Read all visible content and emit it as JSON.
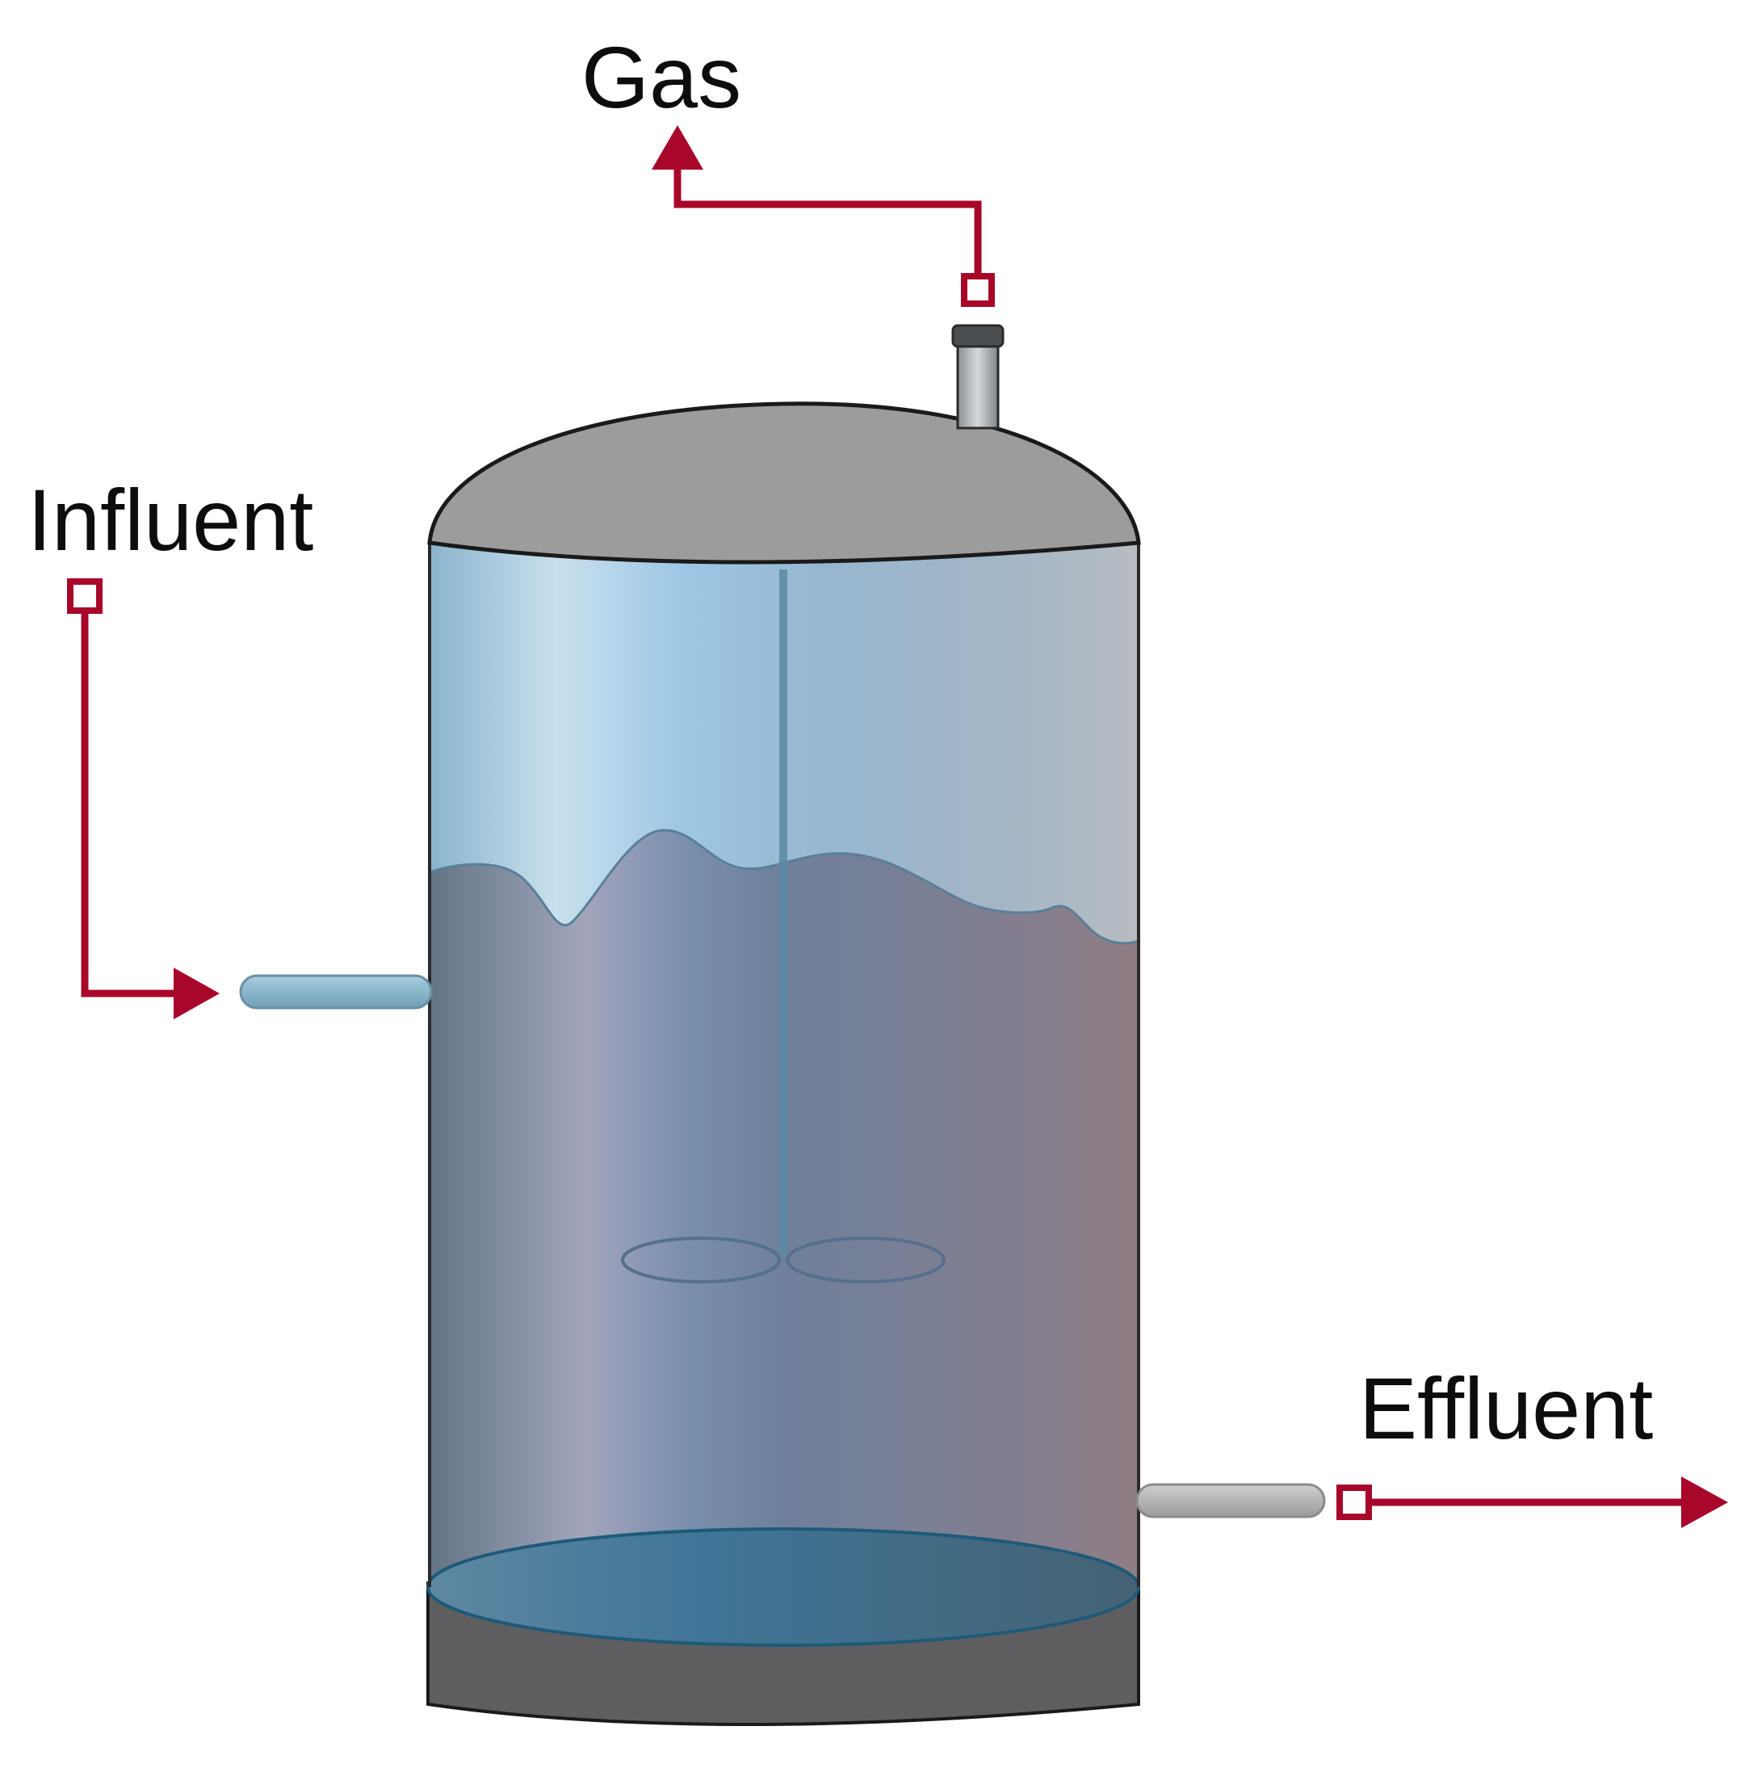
{
  "labels": {
    "gas": "Gas",
    "influent": "Influent",
    "effluent": "Effluent"
  },
  "colors": {
    "flow_arrow": "#a8072a",
    "tank_cap": "#9c9c9c",
    "tank_base": "#5e5e60",
    "liquid": "#6f7790",
    "headspace": "#9cc3da",
    "influent_pipe": "#86b4c9",
    "effluent_pipe": "#b4b4b4",
    "outline": "#1a1a1a"
  },
  "icons": {
    "flow_node": "square-node-icon",
    "flow_arrow": "arrowhead-icon",
    "impeller": "impeller-icon"
  }
}
